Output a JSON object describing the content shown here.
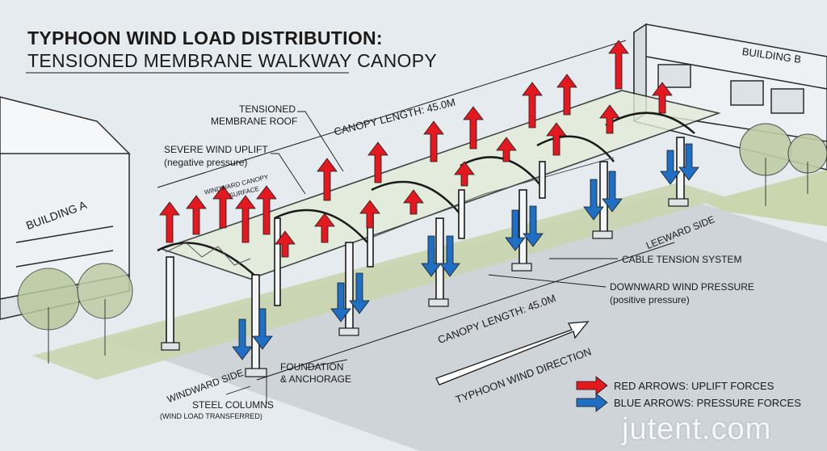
{
  "title": {
    "line1": "TYPHOON WIND LOAD DISTRIBUTION:",
    "line2": "TENSIONED MEMBRANE WALKWAY CANOPY"
  },
  "labels": {
    "building_a": "BUILDING A",
    "building_b": "BUILDING B",
    "canopy_length_top": "CANOPY LENGTH: 45.0m",
    "canopy_length_bottom": "CANOPY LENGTH: 45.0m",
    "membrane_roof_1": "TENSIONED",
    "membrane_roof_2": "MEMBRANE ROOF",
    "uplift_1": "SEVERE WIND UPLIFT",
    "uplift_2": "(negative pressure)",
    "windward_surface_1": "WINDWARD CANOPY",
    "windward_surface_2": "SURFACE",
    "leeward_side": "LEEWARD SIDE",
    "cable_tension": "CABLE TENSION SYSTEM",
    "downward_pressure_1": "DOWNWARD WIND PRESSURE",
    "downward_pressure_2": "(positive pressure)",
    "foundation_1": "FOUNDATION",
    "foundation_2": "& ANCHORAGE",
    "windward_side": "WINDWARD SIDE",
    "steel_columns_1": "STEEL COLUMNS",
    "steel_columns_2": "(WIND LOAD TRANSFERRED)",
    "wind_direction": "TYPHOON WIND DIRECTION"
  },
  "legend": {
    "red": "RED ARROWS: UPLIFT FORCES",
    "blue": "BLUE ARROWS: PRESSURE FORCES"
  },
  "watermark": "jutent.com",
  "colors": {
    "uplift": "#e3191f",
    "pressure": "#1f6fc4",
    "line": "#1a1a1a",
    "building": "#eef1f3",
    "ground": "#c7ccd1",
    "grass": "#c9d6ae"
  }
}
